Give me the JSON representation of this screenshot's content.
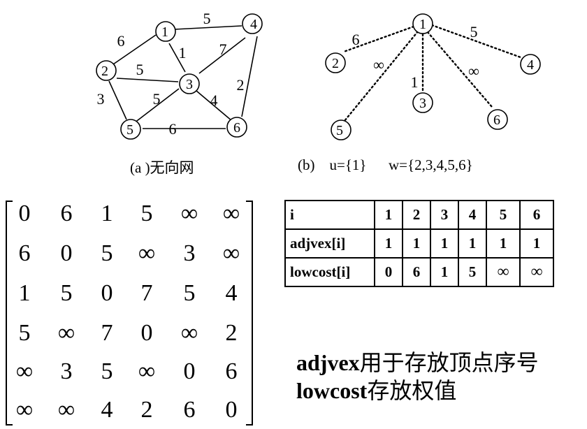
{
  "graph_a": {
    "caption": "(a )无向网",
    "nodes": [
      "1",
      "2",
      "3",
      "4",
      "5",
      "6"
    ],
    "edges": [
      {
        "from": "1",
        "to": "4",
        "weight": "5"
      },
      {
        "from": "1",
        "to": "2",
        "weight": "6"
      },
      {
        "from": "1",
        "to": "3",
        "weight": "1"
      },
      {
        "from": "3",
        "to": "4",
        "weight": "7"
      },
      {
        "from": "2",
        "to": "3",
        "weight": "5"
      },
      {
        "from": "4",
        "to": "6",
        "weight": "2"
      },
      {
        "from": "2",
        "to": "5",
        "weight": "3"
      },
      {
        "from": "3",
        "to": "5",
        "weight": "5"
      },
      {
        "from": "3",
        "to": "6",
        "weight": "4"
      },
      {
        "from": "5",
        "to": "6",
        "weight": "6"
      }
    ]
  },
  "graph_b": {
    "caption": "(b)    u={1}      w={2,3,4,5,6}",
    "nodes": [
      "1",
      "2",
      "3",
      "4",
      "5",
      "6"
    ],
    "edges": [
      {
        "from": "1",
        "to": "2",
        "weight": "6"
      },
      {
        "from": "1",
        "to": "5",
        "weight": "∞"
      },
      {
        "from": "1",
        "to": "3",
        "weight": "1"
      },
      {
        "from": "1",
        "to": "6",
        "weight": "∞"
      },
      {
        "from": "1",
        "to": "4",
        "weight": "5"
      }
    ]
  },
  "matrix": [
    [
      "0",
      "6",
      "1",
      "5",
      "∞",
      "∞"
    ],
    [
      "6",
      "0",
      "5",
      "∞",
      "3",
      "∞"
    ],
    [
      "1",
      "5",
      "0",
      "7",
      "5",
      "4"
    ],
    [
      "5",
      "∞",
      "7",
      "0",
      "∞",
      "2"
    ],
    [
      "∞",
      "3",
      "5",
      "∞",
      "0",
      "6"
    ],
    [
      "∞",
      "∞",
      "4",
      "2",
      "6",
      "0"
    ]
  ],
  "table": {
    "header": {
      "label": "i",
      "values": [
        "1",
        "2",
        "3",
        "4",
        "5",
        "6"
      ]
    },
    "adjvex": {
      "label": "adjvex[i]",
      "values": [
        "1",
        "1",
        "1",
        "1",
        "1",
        "1"
      ]
    },
    "lowcost": {
      "label": "lowcost[i]",
      "values": [
        "0",
        "6",
        "1",
        "5",
        "∞",
        "∞"
      ]
    }
  },
  "note": {
    "line1_code": "adjvex",
    "line1_text": "用于存放顶点序号",
    "line2_code": "lowcost",
    "line2_text": "存放权值"
  }
}
